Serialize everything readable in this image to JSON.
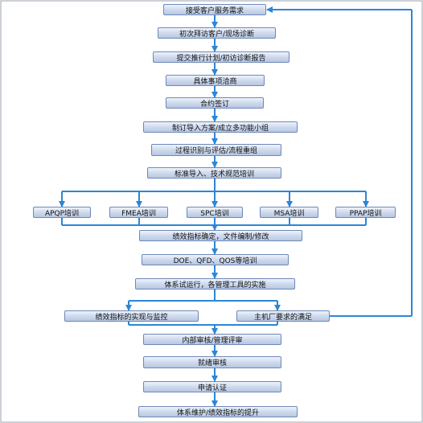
{
  "flowchart": {
    "steps": {
      "s1": "接受客户服务需求",
      "s2": "初次拜访客户/现场诊断",
      "s3": "提交推行计划/初访诊断报告",
      "s4": "具体事项洽商",
      "s5": "合约签订",
      "s6": "制订导入方案/成立多功能小组",
      "s7": "过程识别与评估/流程重组",
      "s8": "标准导入、技术规范培训",
      "t1": "APQP培训",
      "t2": "FMEA培训",
      "t3": "SPC培训",
      "t4": "MSA培训",
      "t5": "PPAP培训",
      "s9": "绩效指标确定，文件编制/修改",
      "s10": "DOE、QFD、QOS等培训",
      "s11": "体系试运行，各管理工具的实施",
      "s12a": "绩效指标的实现与监控",
      "s12b": "主机厂要求的满足",
      "s13": "内部审核/管理评审",
      "s14": "就绪审核",
      "s15": "申请认证",
      "s16": "体系维护/绩效指标的提升"
    }
  },
  "colors": {
    "connector": "#2b86d6",
    "node_border": "#6e88b8",
    "frame": "#9aa3ad"
  }
}
